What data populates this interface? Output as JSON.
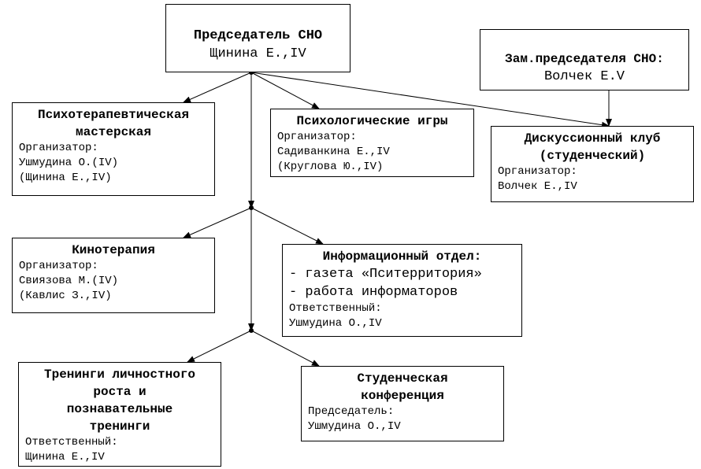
{
  "chair": {
    "title": "Председатель СНО",
    "name": "Щинина Е.,IV"
  },
  "deputy": {
    "title": "Зам.председателя СНО:",
    "name": "Волчек Е.V"
  },
  "psychotherapy": {
    "title1": "Психотерапевтическая",
    "title2": "мастерская",
    "role": "Организатор:",
    "l1": "Ушмудина О.(IV)",
    "l2": "(Щинина Е.,IV)"
  },
  "games": {
    "title": "Психологические игры",
    "role": "Организатор:",
    "l1": "Садиванкина Е.,IV",
    "l2": "(Круглова Ю.,IV)"
  },
  "club": {
    "title1": "Дискуссионный клуб",
    "title2": "(студенческий)",
    "role": "Организатор:",
    "l1": "Волчек Е.,IV"
  },
  "kino": {
    "title": "Кинотерапия",
    "role": "Организатор:",
    "l1": "Свиязова М.(IV)",
    "l2": "(Кавлис З.,IV)"
  },
  "info": {
    "title": "Информационный отдел:",
    "b1": "-  газета «Пситерритория»",
    "b2": "-  работа информаторов",
    "role": "Ответственный:",
    "l1": "Ушмудина О.,IV"
  },
  "trainings": {
    "title1": "Тренинги личностного",
    "title2": "роста и",
    "title3": "познавательные",
    "title4": "тренинги",
    "role": "Ответственный:",
    "l1": "Щинина Е.,IV"
  },
  "conference": {
    "title1": "Студенческая",
    "title2": "конференция",
    "role": "Председатель:",
    "l1": "Ушмудина О.,IV"
  }
}
